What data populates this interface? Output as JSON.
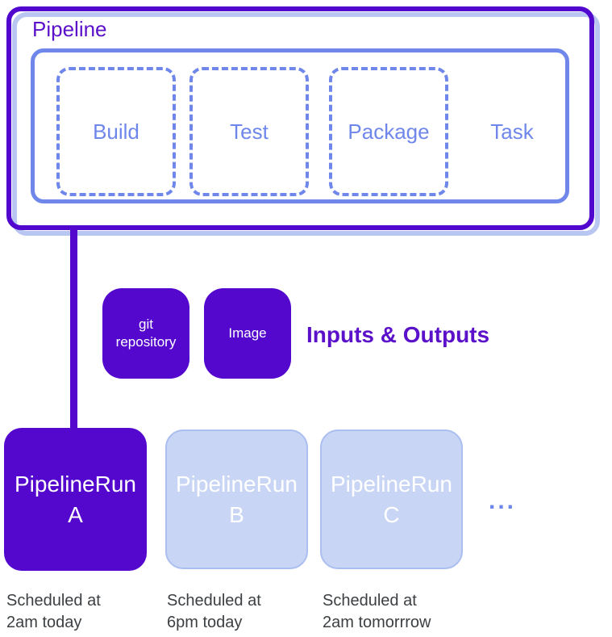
{
  "pipeline": {
    "label": "Pipeline",
    "tasks": [
      {
        "label": "Build"
      },
      {
        "label": "Test"
      },
      {
        "label": "Package"
      }
    ],
    "task_caption": "Task"
  },
  "io": {
    "items": [
      {
        "line1": "git",
        "line2": "repository"
      },
      {
        "line1": "Image",
        "line2": ""
      }
    ],
    "caption": "Inputs & Outputs"
  },
  "runs": [
    {
      "name": "PipelineRun",
      "letter": "A",
      "sched1": "Scheduled at",
      "sched2": "2am today"
    },
    {
      "name": "PipelineRun",
      "letter": "B",
      "sched1": "Scheduled at",
      "sched2": "6pm today"
    },
    {
      "name": "PipelineRun",
      "letter": "C",
      "sched1": "Scheduled at",
      "sched2": "2am tomorrrow"
    }
  ],
  "ellipsis": "...",
  "colors": {
    "purple": "#5408ce",
    "purple_text": "#5b10c9",
    "blue": "#6f87ea",
    "lavender_fill": "#c9d5f4",
    "lavender_border": "#abbef0",
    "shadow": "#b9c6f1",
    "gray_text": "#3c4043"
  }
}
